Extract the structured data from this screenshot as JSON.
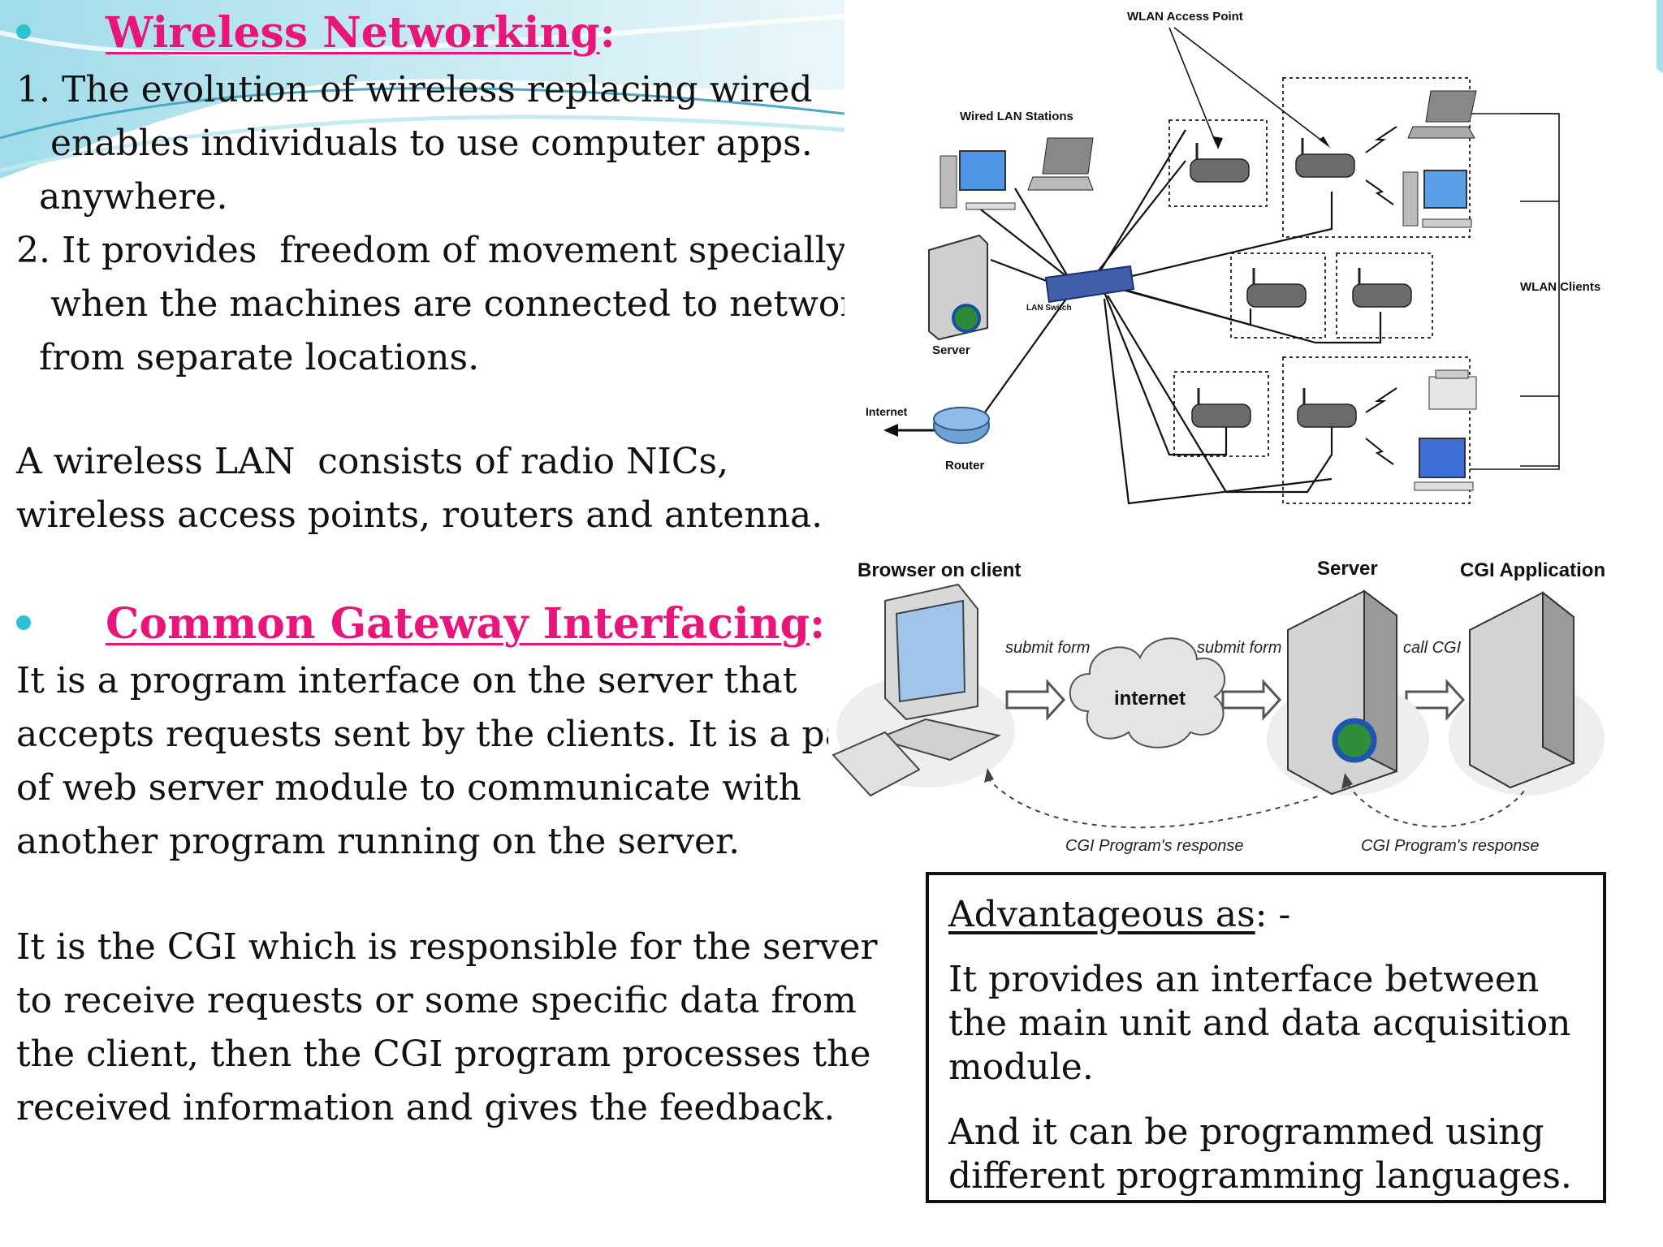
{
  "sections": {
    "wireless": {
      "heading": "Wireless Networking",
      "heading_colon": ":",
      "lines": [
        "1. The evolution of wireless replacing wired",
        "   enables individuals to use computer apps.",
        "  anywhere.",
        "2. It provides  freedom of movement specially",
        "   when the machines are connected to network",
        "  from separate locations."
      ],
      "paragraph_lines": [
        "A wireless LAN  consists of radio NICs,",
        "wireless access points, routers and antenna."
      ]
    },
    "cgi": {
      "heading": "Common Gateway Interfacing",
      "heading_colon": ":",
      "lines": [
        "It is a program interface on the server that",
        "accepts requests sent by the clients. It is a part",
        "of web server module to communicate with",
        "another program running on the server."
      ],
      "paragraph_lines": [
        "It is the CGI which is responsible for the server",
        "to receive requests or some specific data from",
        "the client, then the CGI program processes the",
        "received information and gives the feedback."
      ]
    }
  },
  "wlan_diagram": {
    "access_point_label": "WLAN Access Point",
    "stations_label": "Wired LAN Stations",
    "switch_label": "LAN Switch",
    "server_label": "Server",
    "internet_label": "Internet",
    "router_label": "Router",
    "clients_label": "WLAN Clients"
  },
  "cgi_diagram": {
    "browser_label": "Browser on client",
    "server_label": "Server",
    "cgi_app_label": "CGI Application",
    "submit_form_1": "submit form",
    "submit_form_2": "submit form",
    "cloud_label": "internet",
    "call_cgi": "call CGI",
    "response_1": "CGI Program's response",
    "response_2": "CGI Program's response"
  },
  "advantages": {
    "heading": "Advantageous as",
    "heading_suffix": ": -",
    "points": [
      "It provides an interface between the main unit and data acquisition module.",
      "And it can be programmed using different programming languages."
    ]
  },
  "colors": {
    "heading": "#e8157a",
    "bullet": "#2ec1cf",
    "swoosh": "#8fd6e6"
  }
}
